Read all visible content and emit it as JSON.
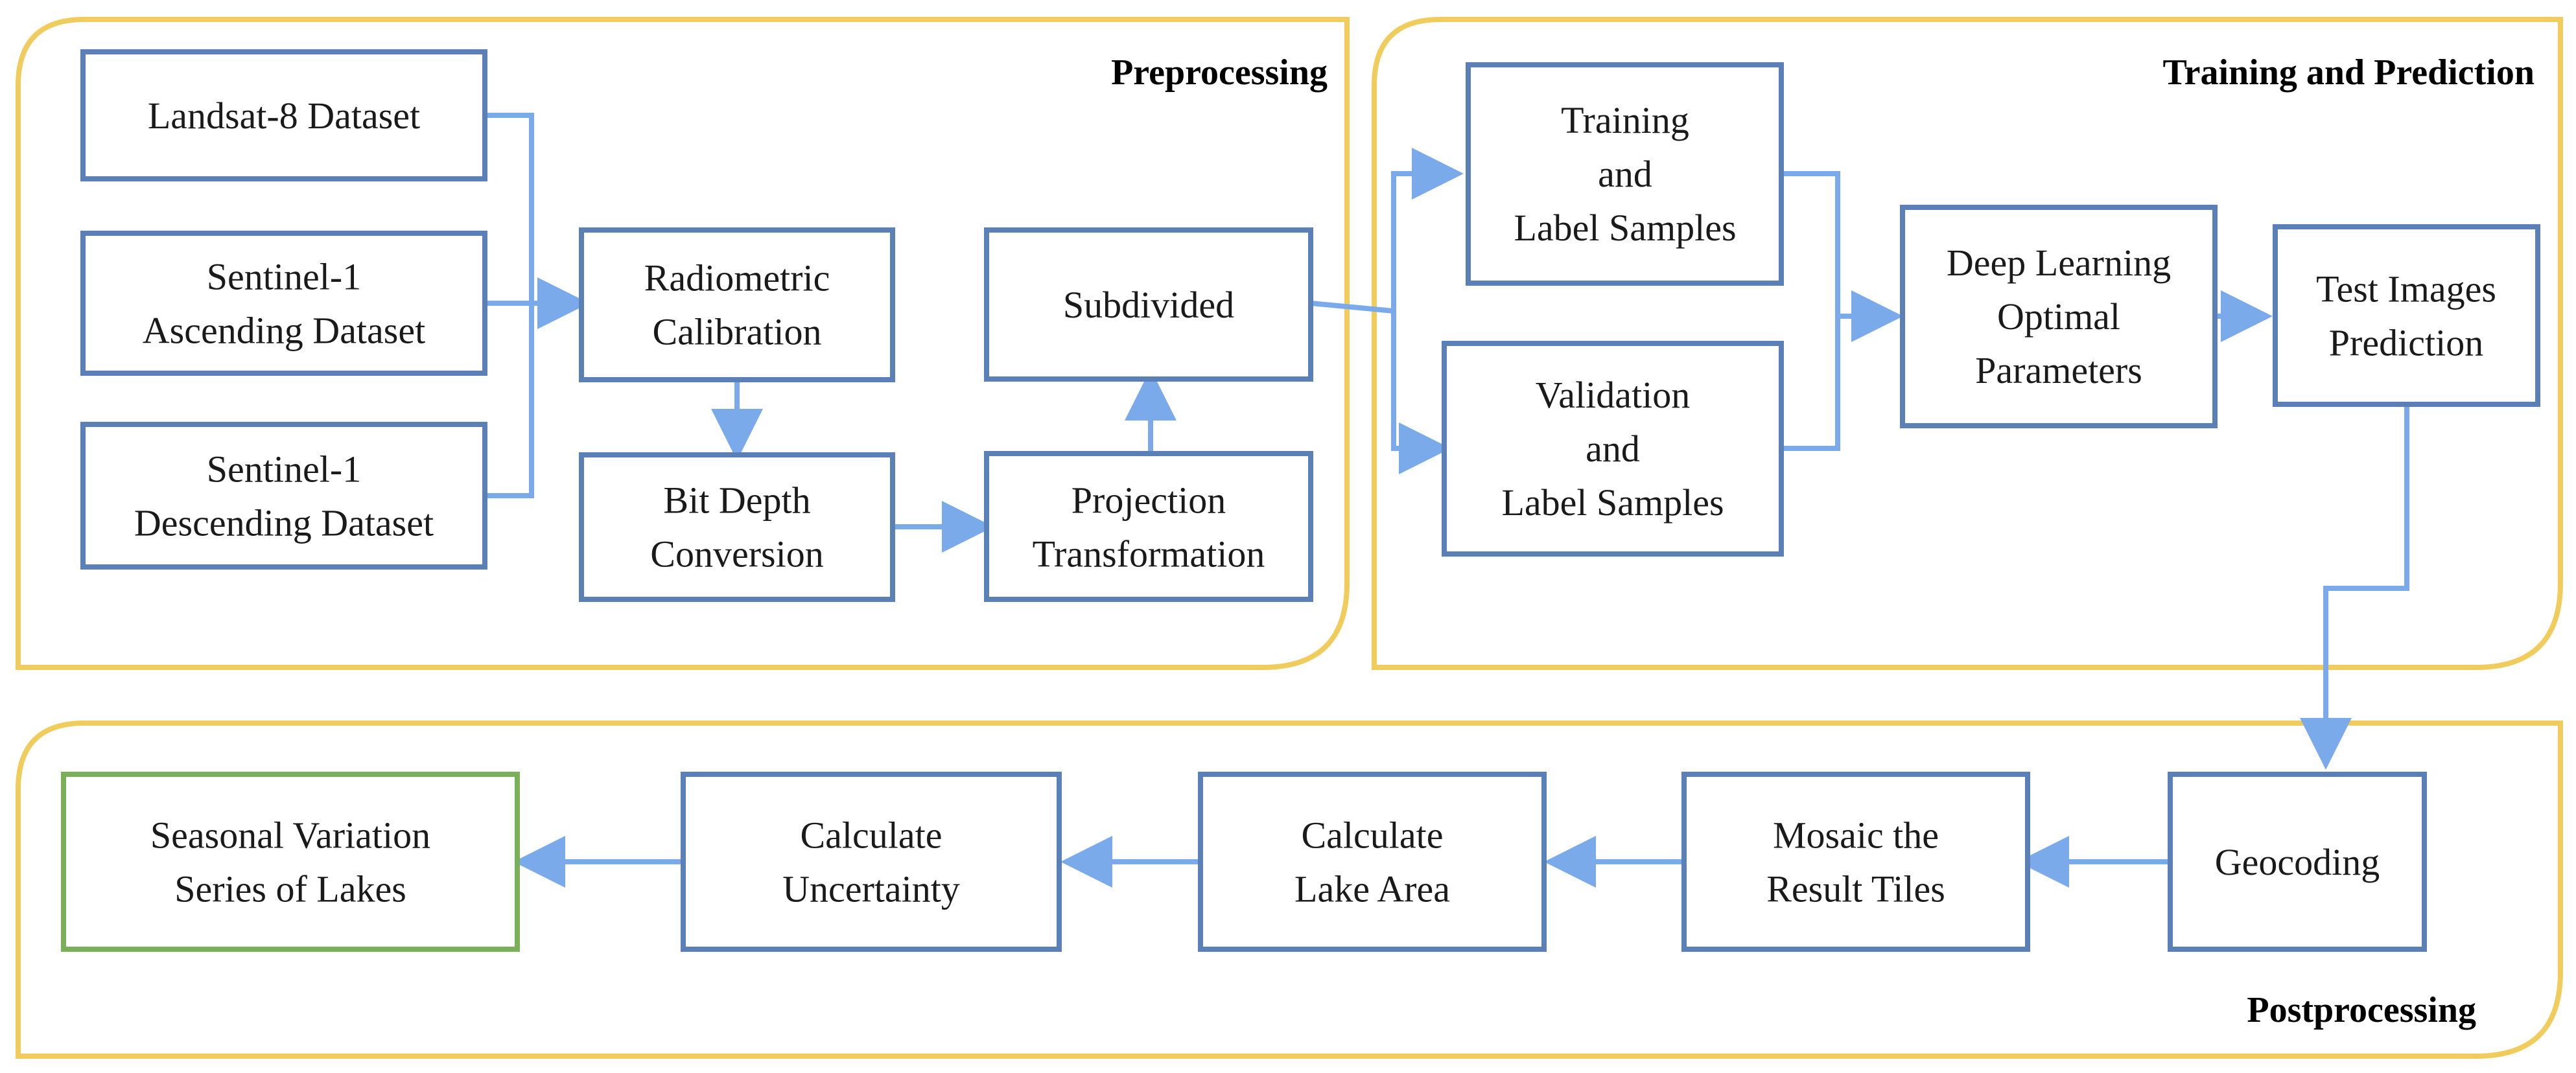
{
  "colors": {
    "section_border": "#f0cc5c",
    "box_border": "#5b7fb7",
    "output_box_border": "#7ab05a",
    "arrow": "#7aaaea"
  },
  "sections": {
    "preprocessing": "Preprocessing",
    "training": "Training and Prediction",
    "postprocessing": "Postprocessing"
  },
  "nodes": {
    "landsat": [
      "Landsat-8 Dataset"
    ],
    "s1_asc": [
      "Sentinel-1",
      "Ascending Dataset"
    ],
    "s1_desc": [
      "Sentinel-1",
      "Descending Dataset"
    ],
    "radiometric": [
      "Radiometric",
      "Calibration"
    ],
    "bitdepth": [
      "Bit Depth",
      "Conversion"
    ],
    "projection": [
      "Projection",
      "Transformation"
    ],
    "subdivided": [
      "Subdivided"
    ],
    "training_samples": [
      "Training",
      "and",
      "Label Samples"
    ],
    "validation_samples": [
      "Validation",
      "and",
      "Label Samples"
    ],
    "deep_learning": [
      "Deep Learning",
      "Optimal",
      "Parameters"
    ],
    "test_prediction": [
      "Test Images",
      "Prediction"
    ],
    "geocoding": [
      "Geocoding"
    ],
    "mosaic": [
      "Mosaic the",
      "Result Tiles"
    ],
    "lake_area": [
      "Calculate",
      "Lake Area"
    ],
    "uncertainty": [
      "Calculate",
      "Uncertainty"
    ],
    "seasonal": [
      "Seasonal Variation",
      "Series of Lakes"
    ]
  }
}
